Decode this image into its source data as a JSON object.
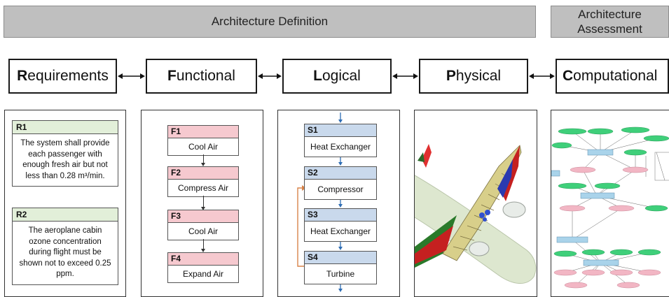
{
  "header": {
    "definition_label": "Architecture Definition",
    "assessment_line1": "Architecture",
    "assessment_line2": "Assessment"
  },
  "stages": [
    {
      "initial": "R",
      "rest": "equirements"
    },
    {
      "initial": "F",
      "rest": "unctional"
    },
    {
      "initial": "L",
      "rest": "ogical"
    },
    {
      "initial": "P",
      "rest": "hysical"
    },
    {
      "initial": "C",
      "rest": "omputational"
    }
  ],
  "requirements": [
    {
      "id": "R1",
      "text": "The system shall provide each passenger with enough fresh air but not less than 0.28 m³/min."
    },
    {
      "id": "R2",
      "text": "The aeroplane cabin ozone concentration during flight must be shown not to exceed 0.25 ppm."
    }
  ],
  "functions": [
    {
      "id": "F1",
      "label": "Cool Air"
    },
    {
      "id": "F2",
      "label": "Compress Air"
    },
    {
      "id": "F3",
      "label": "Cool Air"
    },
    {
      "id": "F4",
      "label": "Expand Air"
    }
  ],
  "logical": [
    {
      "id": "S1",
      "label": "Heat Exchanger"
    },
    {
      "id": "S2",
      "label": "Compressor"
    },
    {
      "id": "S3",
      "label": "Heat Exchanger"
    },
    {
      "id": "S4",
      "label": "Turbine"
    }
  ],
  "colors": {
    "band": "#bfbfbf",
    "req_header": "#e2efd9",
    "func_header": "#f6c9cf",
    "logic_header": "#c9d9ec",
    "logic_arrow": "#2e6db4",
    "feedback": "#d9844a",
    "graph_node_green": "#3fcf7a",
    "graph_node_pink": "#f2b6c4",
    "graph_node_blue": "#a9d3ea"
  }
}
